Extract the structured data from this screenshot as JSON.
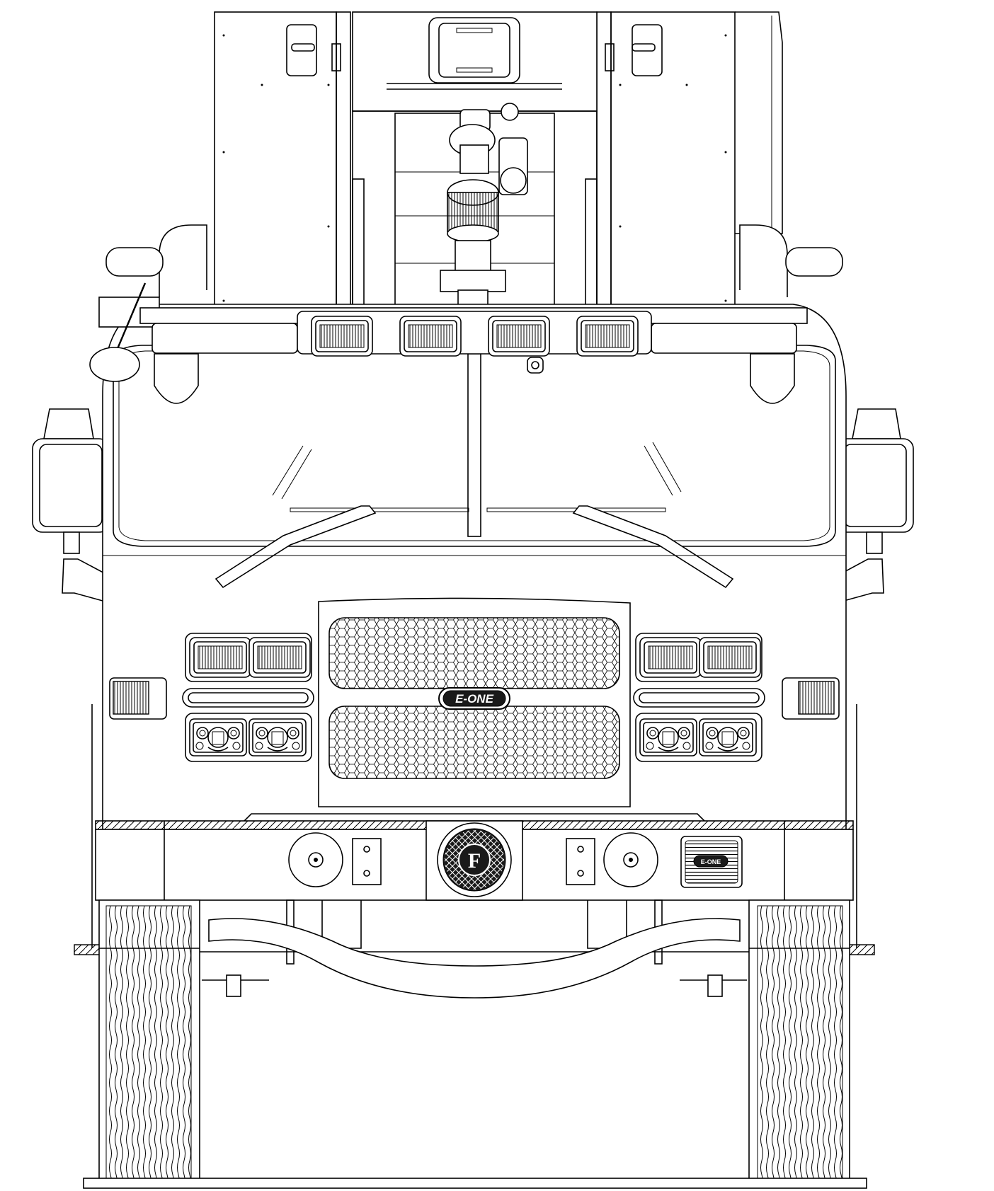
{
  "grille_badge": {
    "text": "E-ONE"
  },
  "speaker_badge": {
    "text": "E-ONE"
  },
  "bumper_seal": {
    "letter": "F"
  },
  "colors": {
    "line": "#000000",
    "paper": "#ffffff",
    "badge_fill": "#1a1a1a"
  }
}
